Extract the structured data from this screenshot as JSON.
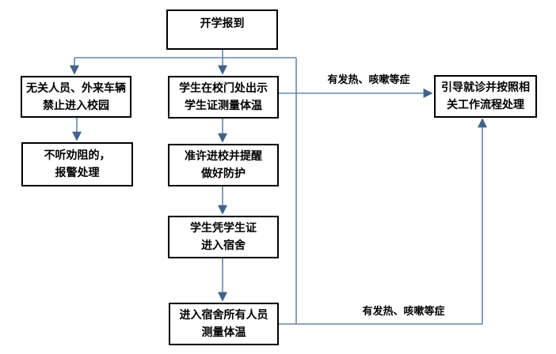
{
  "diagram": {
    "nodes": {
      "start": {
        "label": "开学报到"
      },
      "outsiders": {
        "label": "无关人员、外来车辆\n禁止进入校园"
      },
      "police": {
        "label": "不听劝阻的，\n报警处理"
      },
      "gate_check": {
        "label": "学生在校门处出示\n学生证测量体温"
      },
      "permit_entry": {
        "label": "准许进校并提醒\n做好防护"
      },
      "dorm_entry": {
        "label": "学生凭学生证\n进入宿舍"
      },
      "dorm_temp": {
        "label": "进入宿舍所有人员\n测量体温"
      },
      "medical": {
        "label": "引导就诊并按照相\n关工作流程处理"
      }
    },
    "edge_labels": {
      "gate_symptom": "有发热、咳嗽等症",
      "dorm_symptom": "有发热、咳嗽等症"
    },
    "colors": {
      "connector": "#6887a5",
      "arrowhead": "#41628c",
      "box_border": "#000000",
      "text": "#000000",
      "background": "#ffffff"
    }
  }
}
